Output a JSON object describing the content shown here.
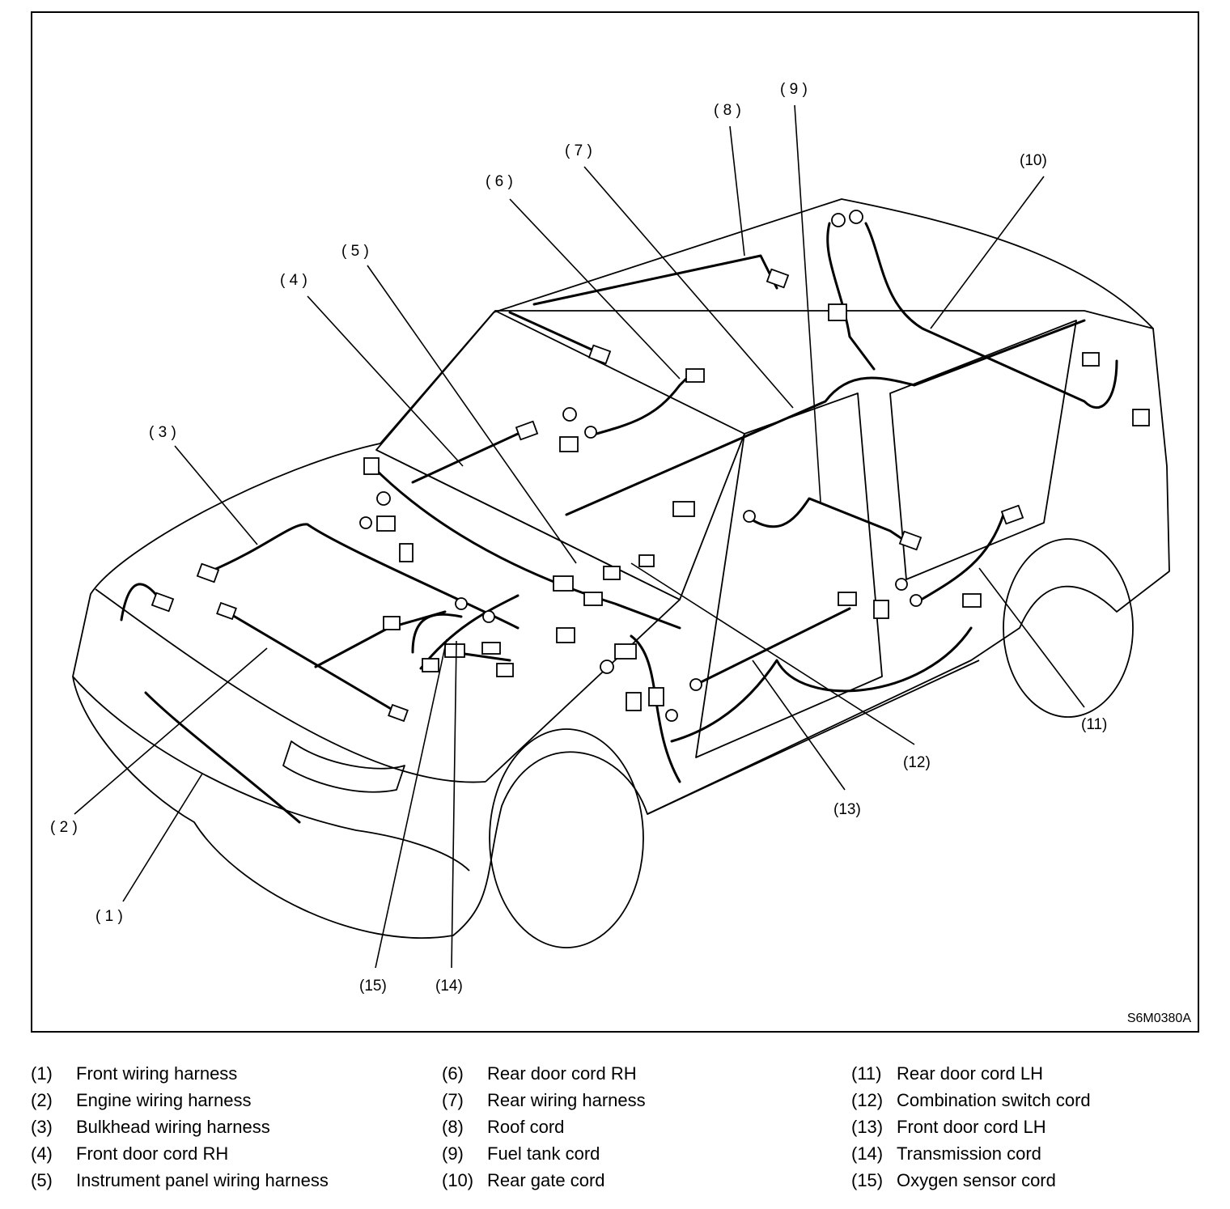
{
  "figure": {
    "code": "S6M0380A",
    "callouts": [
      "( 1 )",
      "( 2 )",
      "( 3 )",
      "( 4 )",
      "( 5 )",
      "( 6 )",
      "( 7 )",
      "( 8 )",
      "( 9 )",
      "(10)",
      "(11)",
      "(12)",
      "(13)",
      "(14)",
      "(15)"
    ]
  },
  "legend": [
    {
      "num": "(1)",
      "text": "Front wiring harness"
    },
    {
      "num": "(2)",
      "text": "Engine wiring harness"
    },
    {
      "num": "(3)",
      "text": "Bulkhead wiring harness"
    },
    {
      "num": "(4)",
      "text": "Front door cord RH"
    },
    {
      "num": "(5)",
      "text": "Instrument panel wiring harness"
    },
    {
      "num": "(6)",
      "text": "Rear door cord RH"
    },
    {
      "num": "(7)",
      "text": "Rear wiring harness"
    },
    {
      "num": "(8)",
      "text": "Roof cord"
    },
    {
      "num": "(9)",
      "text": "Fuel tank cord"
    },
    {
      "num": "(10)",
      "text": "Rear gate cord"
    },
    {
      "num": "(11)",
      "text": "Rear door cord LH"
    },
    {
      "num": "(12)",
      "text": "Combination switch cord"
    },
    {
      "num": "(13)",
      "text": "Front door cord LH"
    },
    {
      "num": "(14)",
      "text": "Transmission cord"
    },
    {
      "num": "(15)",
      "text": "Oxygen sensor cord"
    }
  ]
}
